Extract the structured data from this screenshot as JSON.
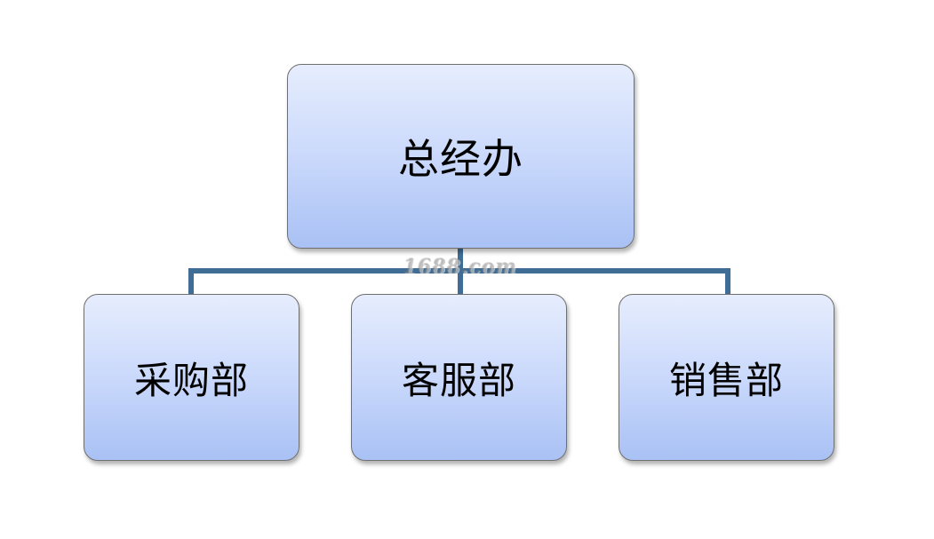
{
  "diagram": {
    "type": "org-chart",
    "colors": {
      "box_fill_top": "#e6edfd",
      "box_fill_bottom": "#a9c1f4",
      "box_border": "#6f6f6f",
      "connector": "#3f6d96"
    },
    "root": {
      "label": "总经办"
    },
    "children": [
      {
        "label": "采购部"
      },
      {
        "label": "客服部"
      },
      {
        "label": "销售部"
      }
    ]
  },
  "watermark": {
    "text": "1688.com"
  }
}
